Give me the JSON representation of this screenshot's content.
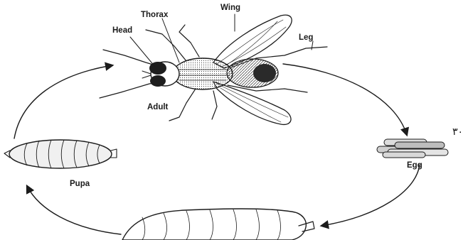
{
  "diagram": {
    "labels": {
      "head": "Head",
      "thorax": "Thorax",
      "wing": "Wing",
      "leg": "Leg",
      "adult": "Adult",
      "egg": "Egg",
      "pupa": "Pupa"
    },
    "page_number": "۳۰"
  }
}
